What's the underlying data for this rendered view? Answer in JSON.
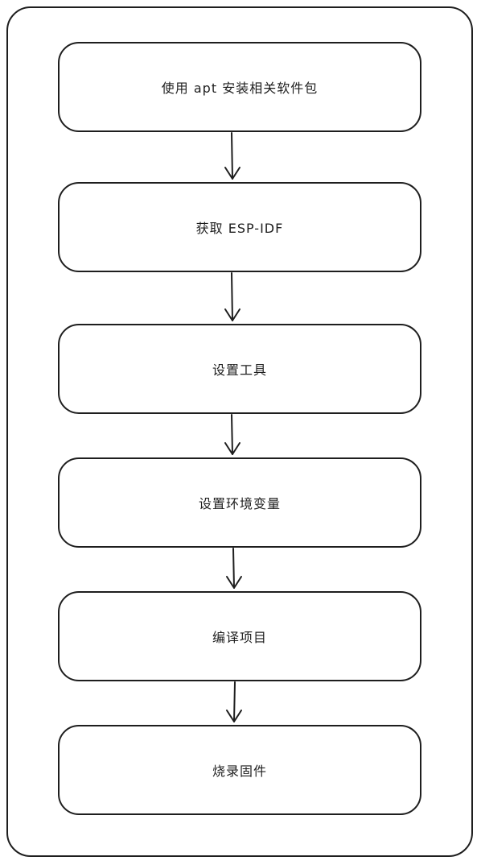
{
  "flowchart": {
    "steps": [
      {
        "label": "使用 apt 安装相关软件包"
      },
      {
        "label": "获取 ESP-IDF"
      },
      {
        "label": "设置工具"
      },
      {
        "label": "设置环境变量"
      },
      {
        "label": "编译项目"
      },
      {
        "label": "烧录固件"
      }
    ]
  }
}
